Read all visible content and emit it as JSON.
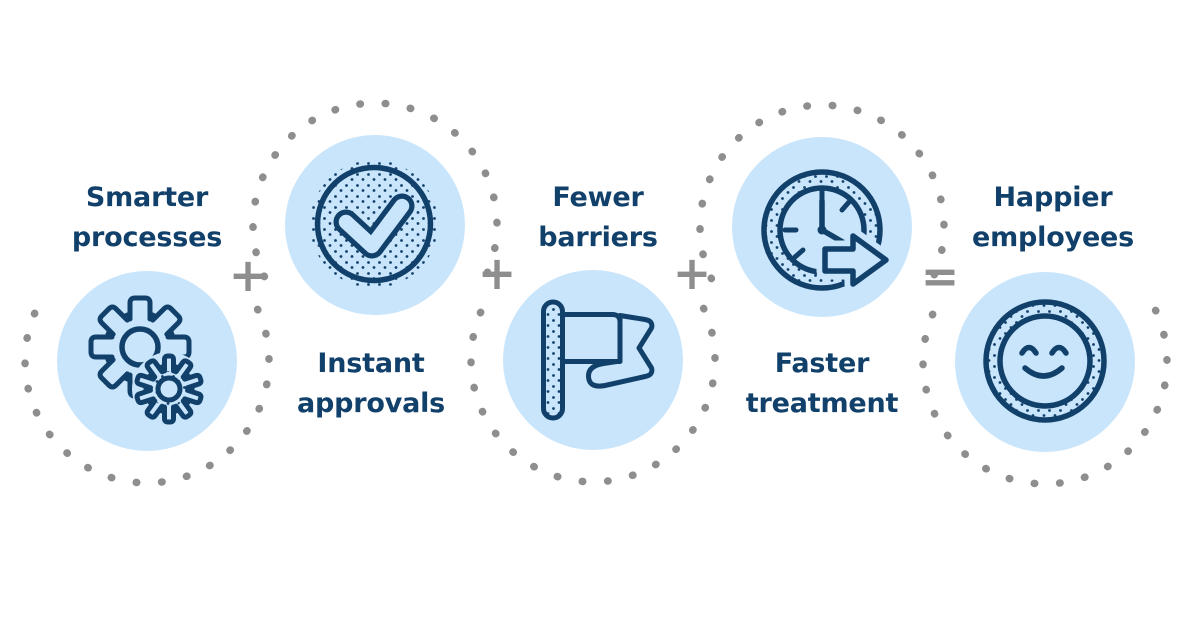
{
  "colors": {
    "navy": "#11406b",
    "light_blue": "#c9e5fb",
    "dot_gray": "#8e8e8e",
    "background": "#ffffff"
  },
  "sections": [
    {
      "id": "smarter-processes",
      "line1": "Smarter",
      "line2": "processes",
      "icon": "gears-icon",
      "label_position": "top"
    },
    {
      "id": "instant-approvals",
      "line1": "Instant",
      "line2": "approvals",
      "icon": "check-circle-icon",
      "label_position": "bottom"
    },
    {
      "id": "fewer-barriers",
      "line1": "Fewer",
      "line2": "barriers",
      "icon": "flag-icon",
      "label_position": "top"
    },
    {
      "id": "faster-treatment",
      "line1": "Faster",
      "line2": "treatment",
      "icon": "clock-arrow-icon",
      "label_position": "bottom"
    },
    {
      "id": "happier-employees",
      "line1": "Happier",
      "line2": "employees",
      "icon": "smiley-face-icon",
      "label_position": "top"
    }
  ],
  "operators": [
    {
      "symbol": "+"
    },
    {
      "symbol": "+"
    },
    {
      "symbol": "+"
    },
    {
      "symbol": "="
    }
  ]
}
